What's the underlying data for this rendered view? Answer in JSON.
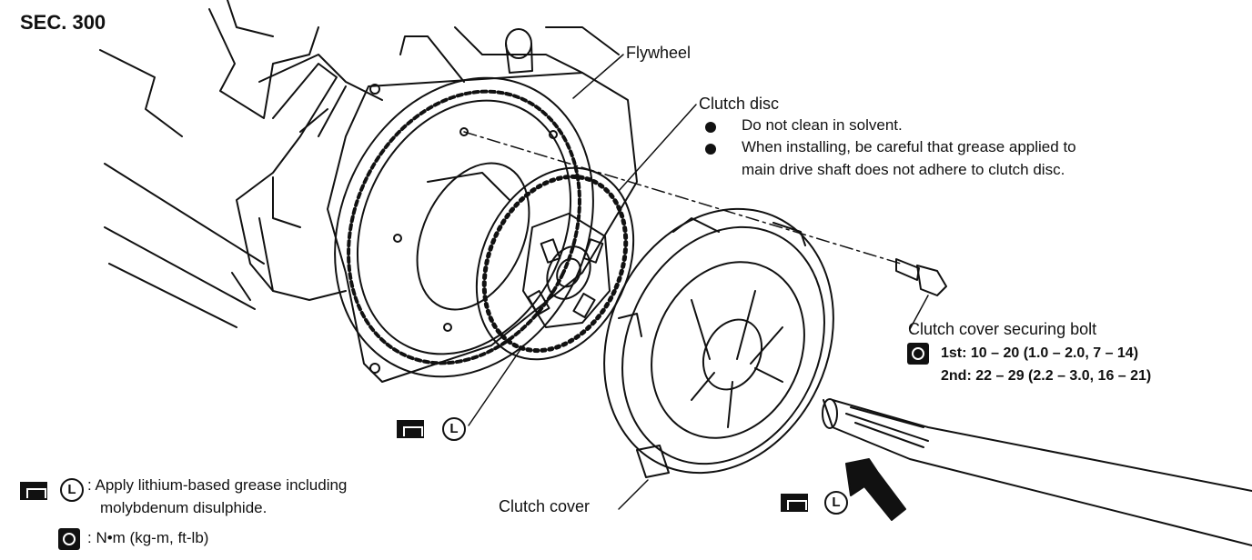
{
  "section": "SEC. 300",
  "labels": {
    "flywheel": "Flywheel",
    "clutch_disc": "Clutch disc",
    "clutch_cover": "Clutch cover",
    "clutch_cover_bolt": "Clutch cover securing bolt"
  },
  "clutch_disc_notes": [
    "Do not clean in solvent.",
    "When installing, be careful that grease applied to",
    "main drive shaft does not adhere to clutch disc."
  ],
  "torque": {
    "first": "1st: 10 – 20 (1.0 – 2.0, 7 – 14)",
    "second": "2nd: 22 – 29 (2.2 – 3.0, 16 – 21)"
  },
  "legend": {
    "grease_letter": "L",
    "grease_line1": ": Apply lithium-based grease including",
    "grease_line2": "molybdenum disulphide.",
    "torque_unit": ": N•m (kg-m, ft-lb)"
  },
  "icons": {
    "grease": "grease-apply-icon",
    "torque": "torque-wrench-icon"
  }
}
